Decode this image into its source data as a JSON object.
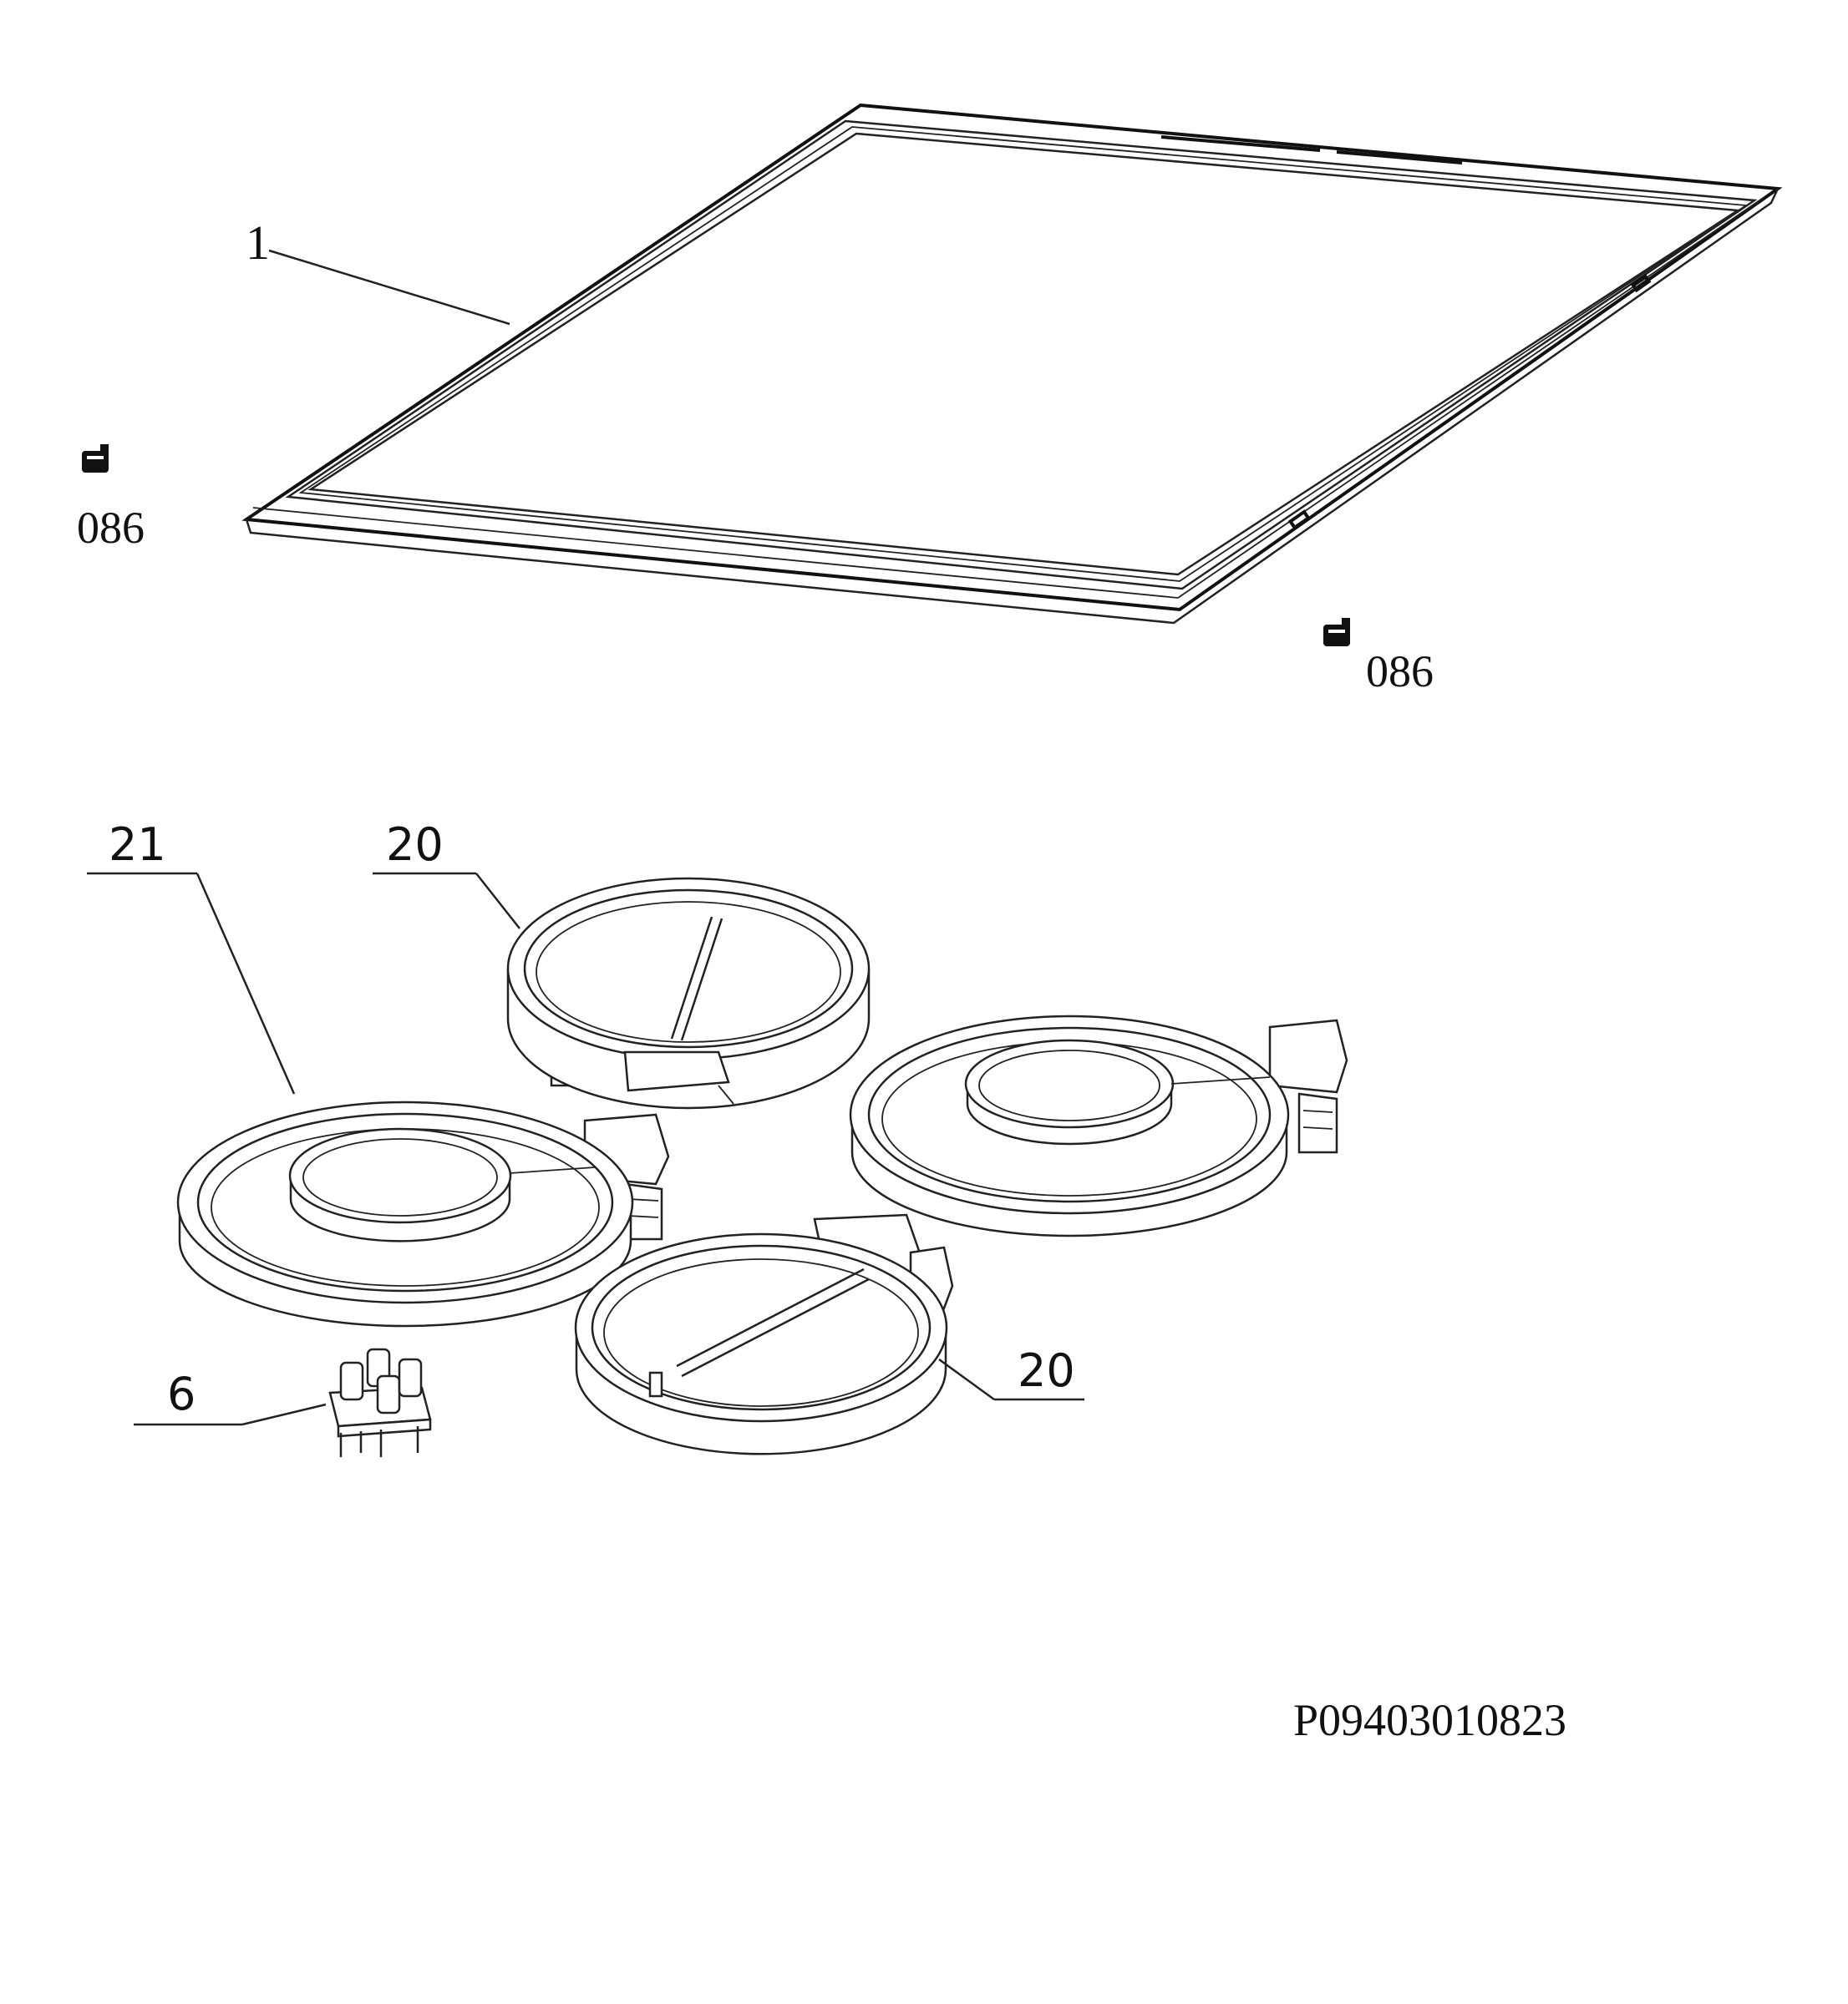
{
  "labels": {
    "hob_glass": "1",
    "large_zone": "21",
    "small_zone_rear": "20",
    "small_zone_front": "20",
    "terminal_block": "6",
    "service_left": "086",
    "service_right": "086"
  },
  "drawing_code": "P09403010823",
  "icons": {
    "service_icon": "screwdriver-glyph"
  },
  "colors": {
    "line": "#222222",
    "background": "#ffffff"
  }
}
